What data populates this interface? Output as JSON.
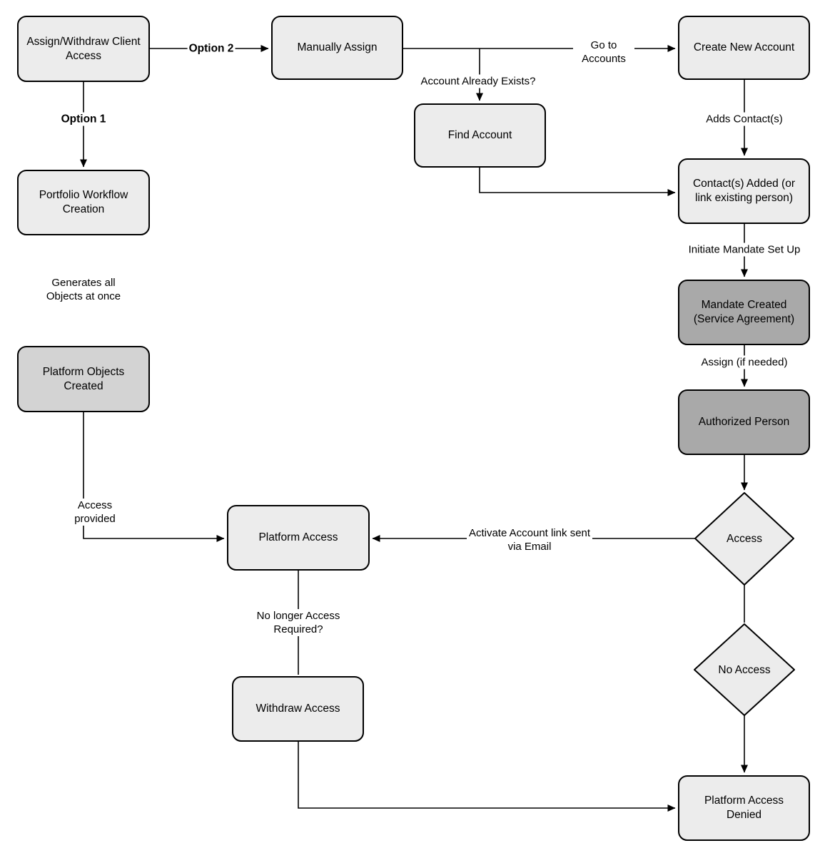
{
  "diagram": {
    "colors": {
      "node_light": "#ececec",
      "node_medium": "#d3d3d3",
      "node_dark": "#a9a9a9",
      "stroke": "#000000",
      "text": "#000000",
      "background": "#ffffff"
    },
    "nodes": {
      "assign_withdraw": {
        "label": "Assign/Withdraw Client Access"
      },
      "manually_assign": {
        "label": "Manually Assign"
      },
      "create_new_account": {
        "label": "Create New Account"
      },
      "find_account": {
        "label": "Find Account"
      },
      "contacts_added": {
        "label": "Contact(s) Added (or link existing person)"
      },
      "portfolio_workflow": {
        "label": "Portfolio Workflow Creation"
      },
      "mandate_created": {
        "label": "Mandate Created (Service Agreement)"
      },
      "platform_objects": {
        "label": "Platform Objects Created"
      },
      "authorized_person": {
        "label": "Authorized Person"
      },
      "access_decision": {
        "label": "Access"
      },
      "platform_access": {
        "label": "Platform Access"
      },
      "no_access_decision": {
        "label": "No Access"
      },
      "withdraw_access": {
        "label": "Withdraw Access"
      },
      "platform_access_denied": {
        "label": "Platform Access Denied"
      }
    },
    "edge_labels": {
      "option_1": "Option 1",
      "option_2": "Option 2",
      "go_to_accounts": "Go to Accounts",
      "account_already_exists": "Account Already Exists?",
      "adds_contacts": "Adds Contact(s)",
      "initiate_mandate": "Initiate Mandate Set Up",
      "assign_if_needed": "Assign (if needed)",
      "activate_account_link": "Activate Account link sent via Email",
      "generates_all_objects": "Generates all Objects at once",
      "access_provided": "Access provided",
      "no_longer_access": "No longer Access Required?"
    }
  }
}
